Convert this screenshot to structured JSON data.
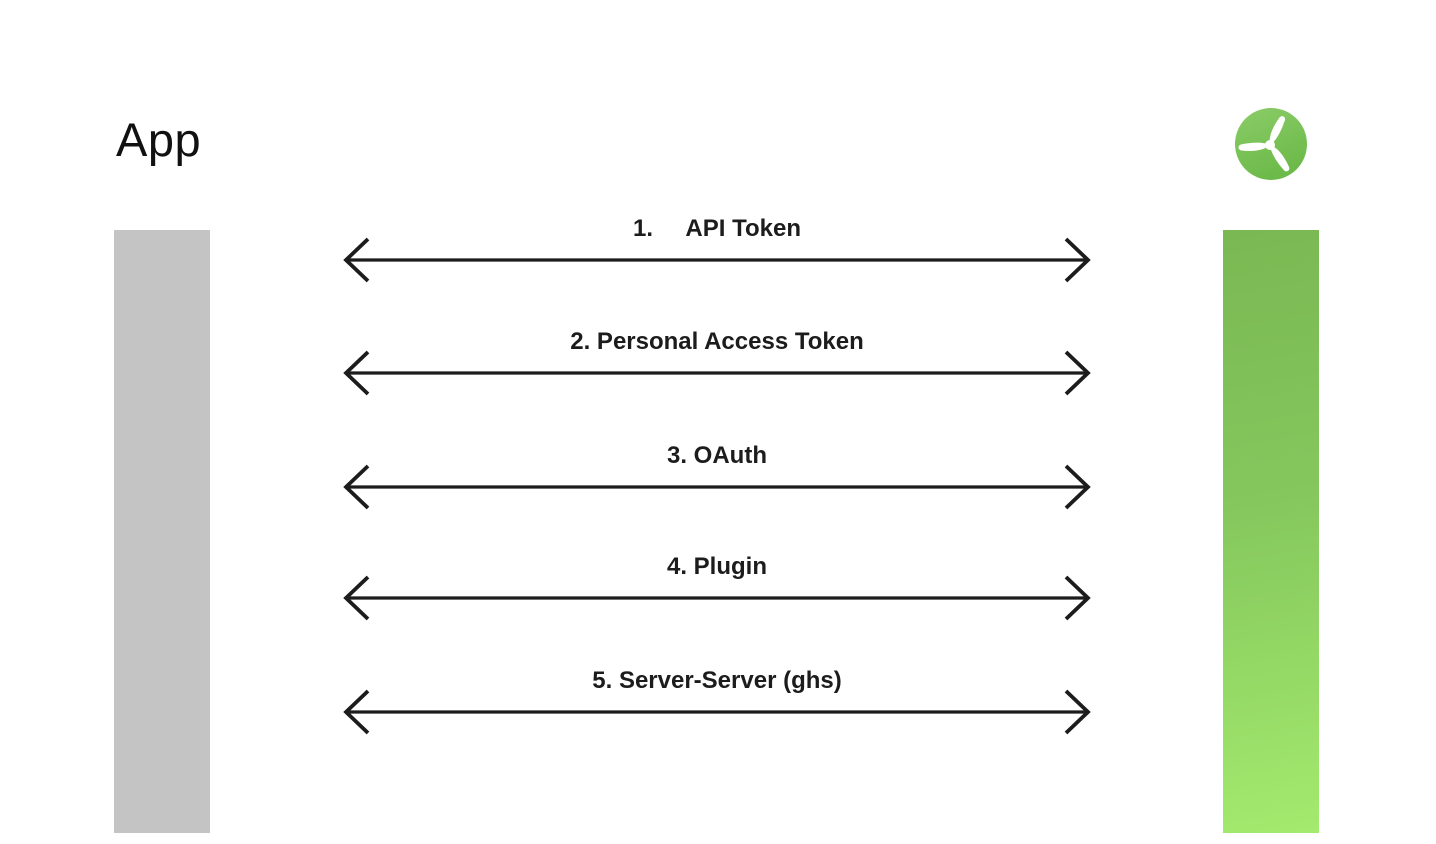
{
  "page": {
    "background": "#ffffff",
    "title": "App"
  },
  "logo": {
    "name": "wind-turbine-logo",
    "shape": "green circle with white three-blade propeller",
    "color_top": "#86c964",
    "color_bottom": "#6cba49",
    "blade_color": "#ffffff"
  },
  "left_bar": {
    "name": "app-lifeline",
    "color": "#c4c4c4"
  },
  "right_bar": {
    "name": "service-lifeline",
    "gradient_top": "#7ab853",
    "gradient_bottom": "#a4ea6e"
  },
  "arrow": {
    "color": "#1c1c1c",
    "style": "double-headed"
  },
  "connections": [
    {
      "label": "1.     API Token"
    },
    {
      "label": "2. Personal Access Token"
    },
    {
      "label": "3. OAuth"
    },
    {
      "label": "4. Plugin"
    },
    {
      "label": "5. Server-Server (ghs)"
    }
  ],
  "layout": {
    "arrow_y_positions": [
      260,
      373,
      487,
      598,
      712
    ]
  }
}
